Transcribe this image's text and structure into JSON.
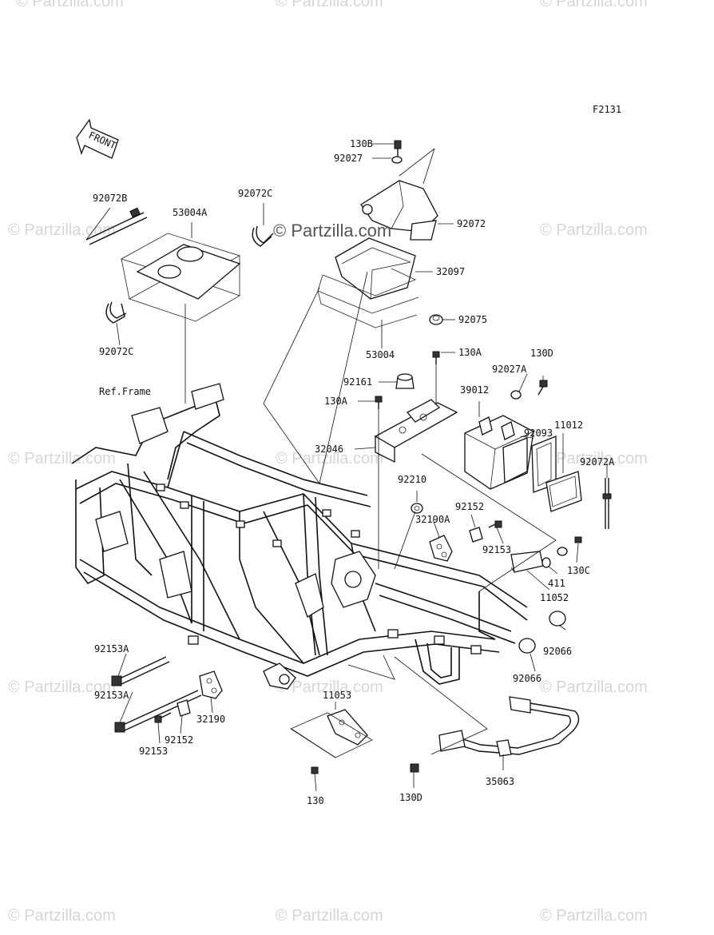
{
  "diagram_code": "F2131",
  "front_label": "FRONT",
  "ref_frame_label": "Ref.Frame",
  "watermark": "© Partzilla.com",
  "parts": {
    "p130B": "130B",
    "p92027": "92027",
    "p92072": "92072",
    "p32097": "32097",
    "p92075": "92075",
    "p53004": "53004",
    "p92072B": "92072B",
    "p53004A": "53004A",
    "p92072C_top": "92072C",
    "p92072C_bot": "92072C",
    "p130A_top": "130A",
    "p130D_top": "130D",
    "p92161": "92161",
    "p92027A": "92027A",
    "p39012": "39012",
    "p130A_mid": "130A",
    "p92093": "92093",
    "p11012": "11012",
    "p32046": "32046",
    "p92072A": "92072A",
    "p92210": "92210",
    "p92152_top": "92152",
    "p32190A": "32190A",
    "p92153_top": "92153",
    "p411": "411",
    "p130C": "130C",
    "p11052": "11052",
    "p92066_top": "92066",
    "p92066_bot": "92066",
    "p92153A_top": "92153A",
    "p92153A_bot": "92153A",
    "p32190": "32190",
    "p92152_bot": "92152",
    "p92153_bot": "92153",
    "p11053": "11053",
    "p130": "130",
    "p130D_bot": "130D",
    "p35063": "35063"
  }
}
